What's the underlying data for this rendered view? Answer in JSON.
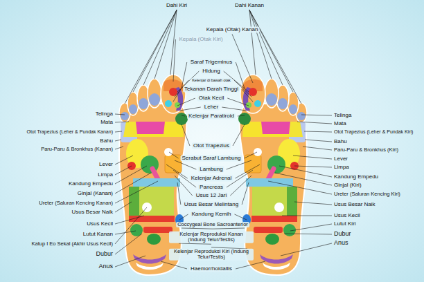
{
  "diagram": {
    "labels": [
      "Dahi Kiri",
      "Dahi Kanan",
      "Kepala (Otak) Kanan",
      "Kepala (Otak Kiri)",
      "Saraf Trigeminus",
      "Hidung",
      "Kelenjar di bawah otak",
      "Tekanan Darah Tinggi",
      "Otak Kecil",
      "Leher",
      "Kelenjar Paratiroid",
      "Otot Trapezius",
      "Serabut Saraf Lambung",
      "Lambung",
      "Kelenjar Adrenal",
      "Pancreas",
      "Usus 12 Jari",
      "Usus Besar Melintang",
      "Kandung Kemih",
      "Coccygeal Bone Sacroanterior",
      "Kelenjar Reproduksi Kanan (Indung Telur/Testis)",
      "Kelenjar Reproduksi Kiri (Indung Telur/Testis)",
      "Haemorrhoidallis",
      "Telinga",
      "Mata",
      "Otot Trapezius (Leher & Pundak Kanan)",
      "Bahu",
      "Paru-Paru & Bronkhus (Kanan)",
      "Lever",
      "Limpa",
      "Kandung Empedu",
      "Ginjal (Kanan)",
      "Ureter (Saluran Kencing Kanan)",
      "Usus Besar Naik",
      "Usus Kecil",
      "Lutut Kanan",
      "Katup I Eo Sekal (Akhir Usus Kecil)",
      "Dubur",
      "Anus",
      "Telinga",
      "Mata",
      "Otot Trapezius (Leher & Pundak Kiri)",
      "Bahu",
      "Paru-Paru & Bronkhus (Kiri)",
      "Lever",
      "Limpa",
      "Kandung Empedu",
      "Ginjal (Kiri)",
      "Ureter (Saluran Kencing Kiri)",
      "Usus Besar Naik",
      "Usus Kecil",
      "Lutut Kiri",
      "Dubur",
      "Anus"
    ]
  }
}
